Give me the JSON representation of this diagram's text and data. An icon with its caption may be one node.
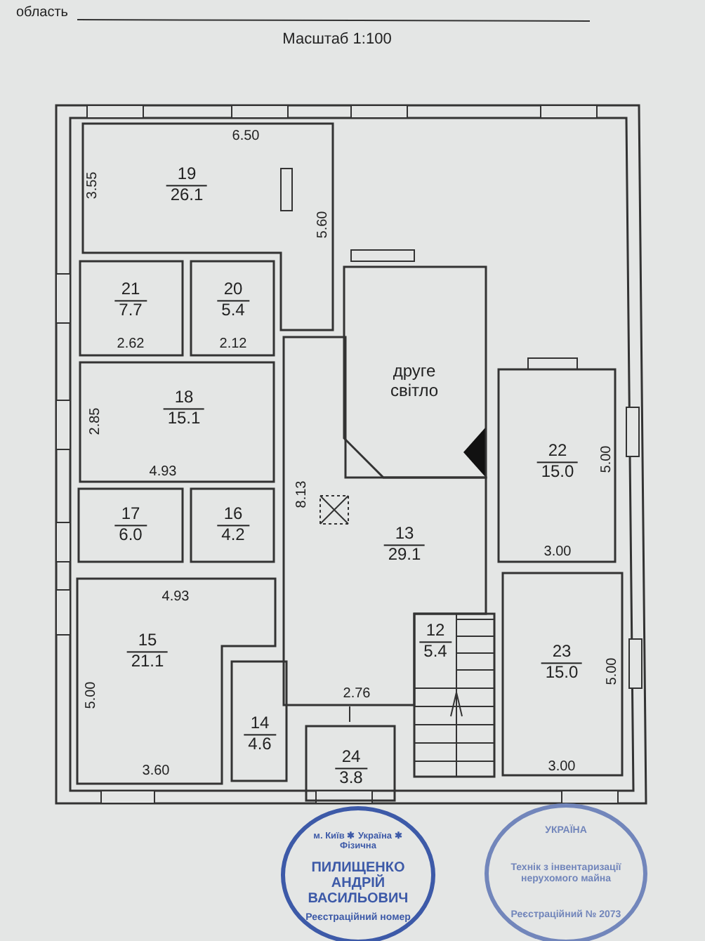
{
  "diagram": {
    "title": "Масштаб 1:100",
    "nodes": [
      {
        "text": [
          "19",
          "26.1"
        ]
      },
      {
        "text": [
          "21",
          "7.7"
        ]
      },
      {
        "text": [
          "20",
          "5.4"
        ]
      },
      {
        "text": [
          "18",
          "15.1"
        ]
      },
      {
        "text": [
          "17",
          "6.0"
        ]
      },
      {
        "text": [
          "16",
          "4.2"
        ]
      },
      {
        "text": [
          "15",
          "21.1"
        ]
      },
      {
        "text": [
          "14",
          "4.6"
        ]
      },
      {
        "text": [
          "24",
          "3.8"
        ]
      },
      {
        "text": [
          "13",
          "29.1"
        ]
      },
      {
        "text": [
          "друге світло"
        ]
      },
      {
        "text": [
          "22",
          "15.0"
        ]
      },
      {
        "text": [
          "23",
          "15.0"
        ]
      },
      {
        "text": [
          "12",
          "5.4"
        ]
      },
      {
        "text": [
          "м. Київ ✱ Україна ✱ Фізична",
          "ПИЛИЩЕНКО АНДРІЙ ВАСИЛЬОВИЧ",
          "Реєстраційний номер"
        ]
      },
      {
        "text": [
          "УКРАЇНА",
          "Технік з інвентаризації нерухомого майна",
          "Реєстраційний № 2073"
        ]
      }
    ],
    "labels": [
      "область",
      "6.50",
      "3.55",
      "5.60",
      "2.62",
      "2.12",
      "2.85",
      "4.93",
      "8.13",
      "4.93",
      "5.00",
      "3.60",
      "2.76",
      "5.00",
      "3.00",
      "5.00",
      "3.00"
    ]
  }
}
